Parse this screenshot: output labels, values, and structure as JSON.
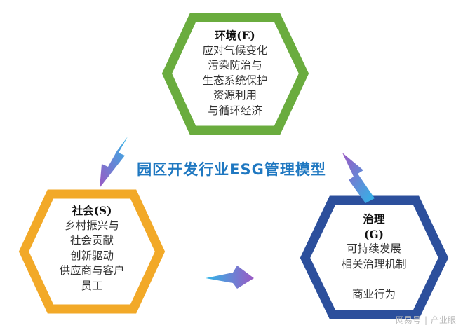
{
  "title": "园区开发行业ESG管理模型",
  "environment": {
    "heading": "环境(E)",
    "lines": [
      "应对气候变化",
      "污染防治与",
      "生态系统保护",
      "资源利用",
      "与循环经济"
    ],
    "color": "#6aac3e"
  },
  "social": {
    "heading": "社会(S)",
    "lines": [
      "乡村振兴与",
      "社会贡献",
      "创新驱动",
      "供应商与客户",
      "员工"
    ],
    "color": "#f2a928"
  },
  "governance": {
    "heading": "治理",
    "heading2": "(G)",
    "lines": [
      "可持续发展",
      "相关治理机制",
      "",
      "商业行为"
    ],
    "color": "#2c4f9c"
  },
  "watermark": {
    "brand": "网易号",
    "separator": "|",
    "author": "产业眼"
  }
}
